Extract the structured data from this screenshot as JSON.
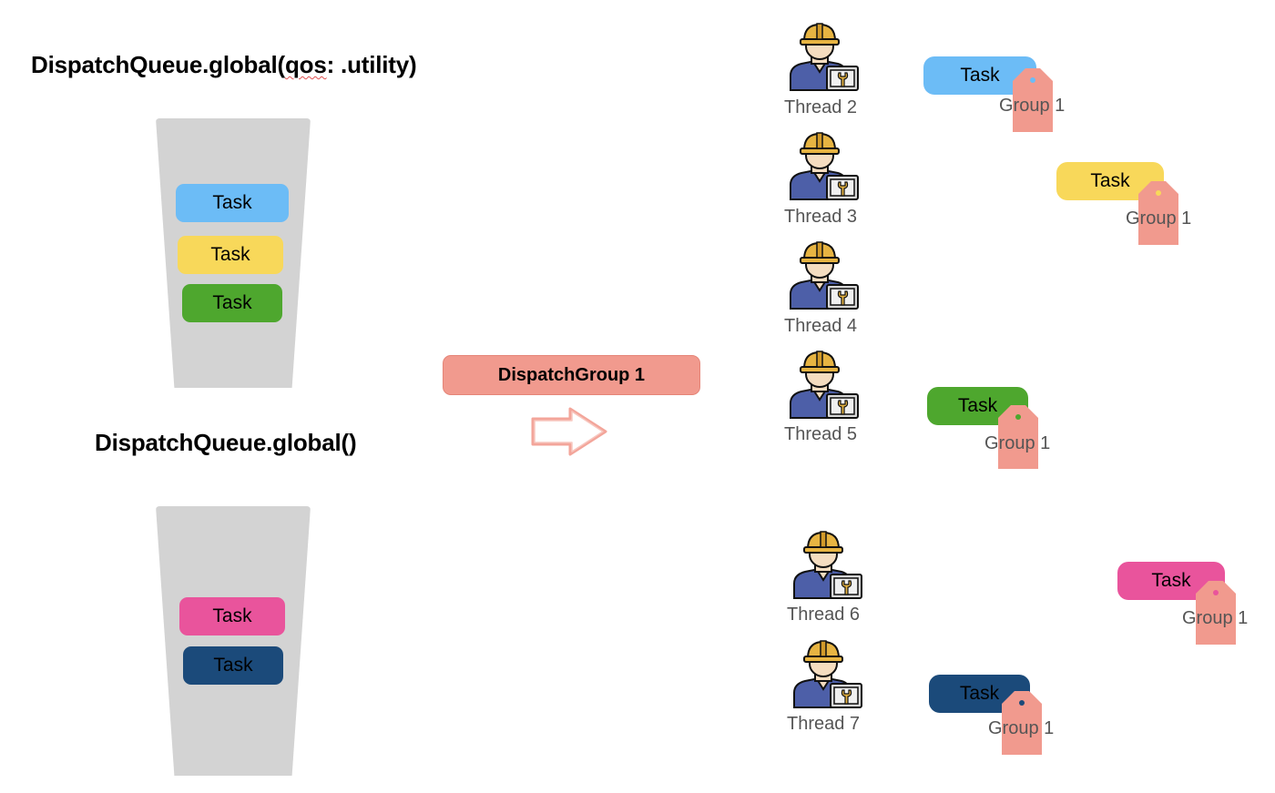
{
  "queues": [
    {
      "title_prefix": "DispatchQueue.global(",
      "title_wavy": "qos",
      "title_suffix": ": .utility)"
    },
    {
      "title": "DispatchQueue.global()"
    }
  ],
  "task_label": "Task",
  "colors": {
    "blue": "#6cbcf6",
    "yellow": "#f8d85a",
    "green": "#4ea72e",
    "pink": "#e9549c",
    "navy": "#1b4a7a",
    "group": "#f19a8e",
    "queue_bg": "#d3d3d3"
  },
  "dispatch_group_label": "DispatchGroup 1",
  "threads": [
    {
      "label": "Thread 2"
    },
    {
      "label": "Thread 3"
    },
    {
      "label": "Thread 4"
    },
    {
      "label": "Thread 5"
    },
    {
      "label": "Thread 6"
    },
    {
      "label": "Thread 7"
    }
  ],
  "group_tag_label": "Group 1",
  "icons": {
    "worker": "engineer-with-wrench-icon",
    "tag": "price-tag-icon",
    "arrow": "right-arrow-icon"
  }
}
